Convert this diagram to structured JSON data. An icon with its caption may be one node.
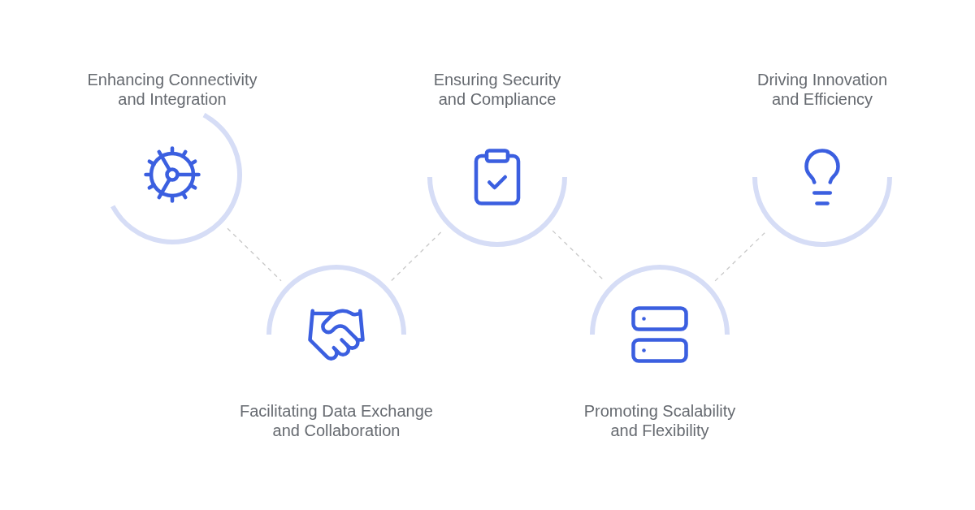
{
  "diagram": {
    "nodes": [
      {
        "text": [
          "Enhancing Connectivity and Integration"
        ]
      },
      {
        "text": [
          "Facilitating Data Exchange and Collaboration"
        ]
      },
      {
        "text": [
          "Ensuring Security and Compliance"
        ]
      },
      {
        "text": [
          "Promoting Scalability and Flexibility"
        ]
      },
      {
        "text": [
          "Driving Innovation and Efficiency"
        ]
      }
    ],
    "edges": [
      {
        "from": 0,
        "to": 1,
        "arrow": "none",
        "style": "dashed"
      },
      {
        "from": 1,
        "to": 2,
        "arrow": "none",
        "style": "dashed"
      },
      {
        "from": 2,
        "to": 3,
        "arrow": "none",
        "style": "dashed"
      },
      {
        "from": 3,
        "to": 4,
        "arrow": "none",
        "style": "dashed"
      }
    ]
  }
}
